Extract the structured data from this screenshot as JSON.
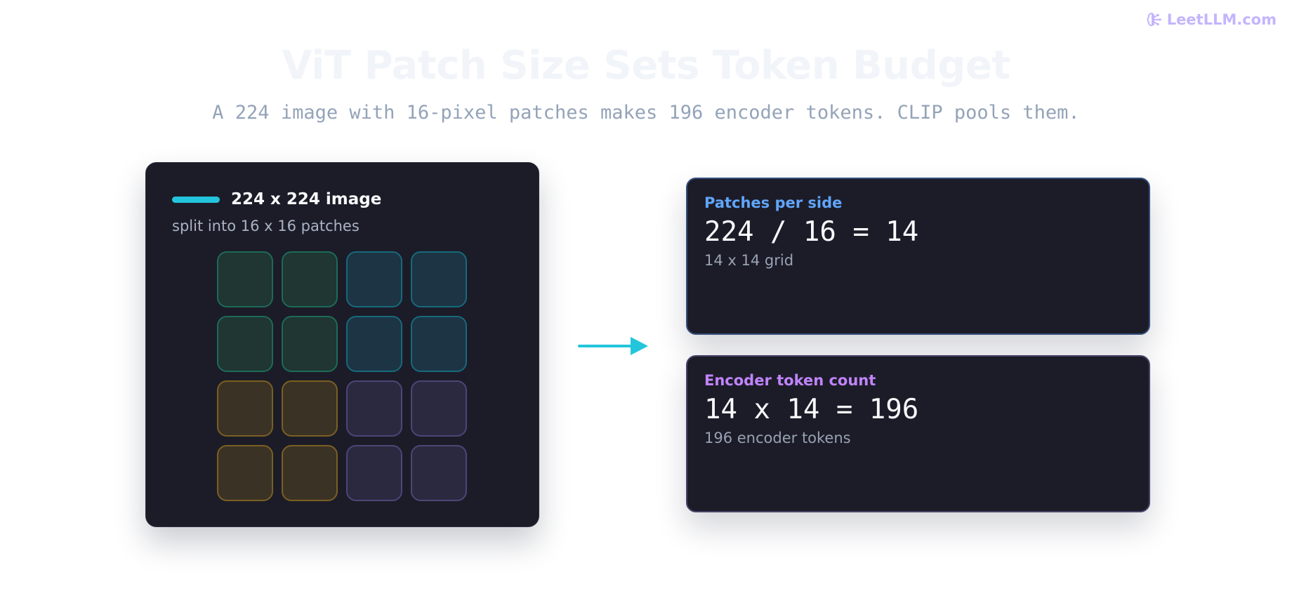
{
  "brand": {
    "name": "LeetLLM.com",
    "icon": "brain-icon",
    "color": "#c4b5fd"
  },
  "title": "ViT Patch Size Sets Token Budget",
  "subtitle": "A 224 image with 16-pixel patches makes 196 encoder tokens. CLIP pools them.",
  "image_panel": {
    "title": "224 x 224 image",
    "subtitle": "split into 16 x 16 patches",
    "accent_color": "#22c5dc",
    "patch_grid": {
      "rows": 4,
      "cols": 4,
      "quadrant_colors": [
        "green",
        "teal",
        "amber",
        "violet"
      ]
    }
  },
  "arrow": {
    "icon": "arrow-right-icon",
    "color": "#22c5dc"
  },
  "cards": [
    {
      "label": "Patches per side",
      "formula": "224 / 16 = 14",
      "note": "14 x 14 grid",
      "accent": "#60a5fa"
    },
    {
      "label": "Encoder token count",
      "formula": "14 x 14 = 196",
      "note": "196 encoder tokens",
      "accent": "#c084fc"
    }
  ]
}
